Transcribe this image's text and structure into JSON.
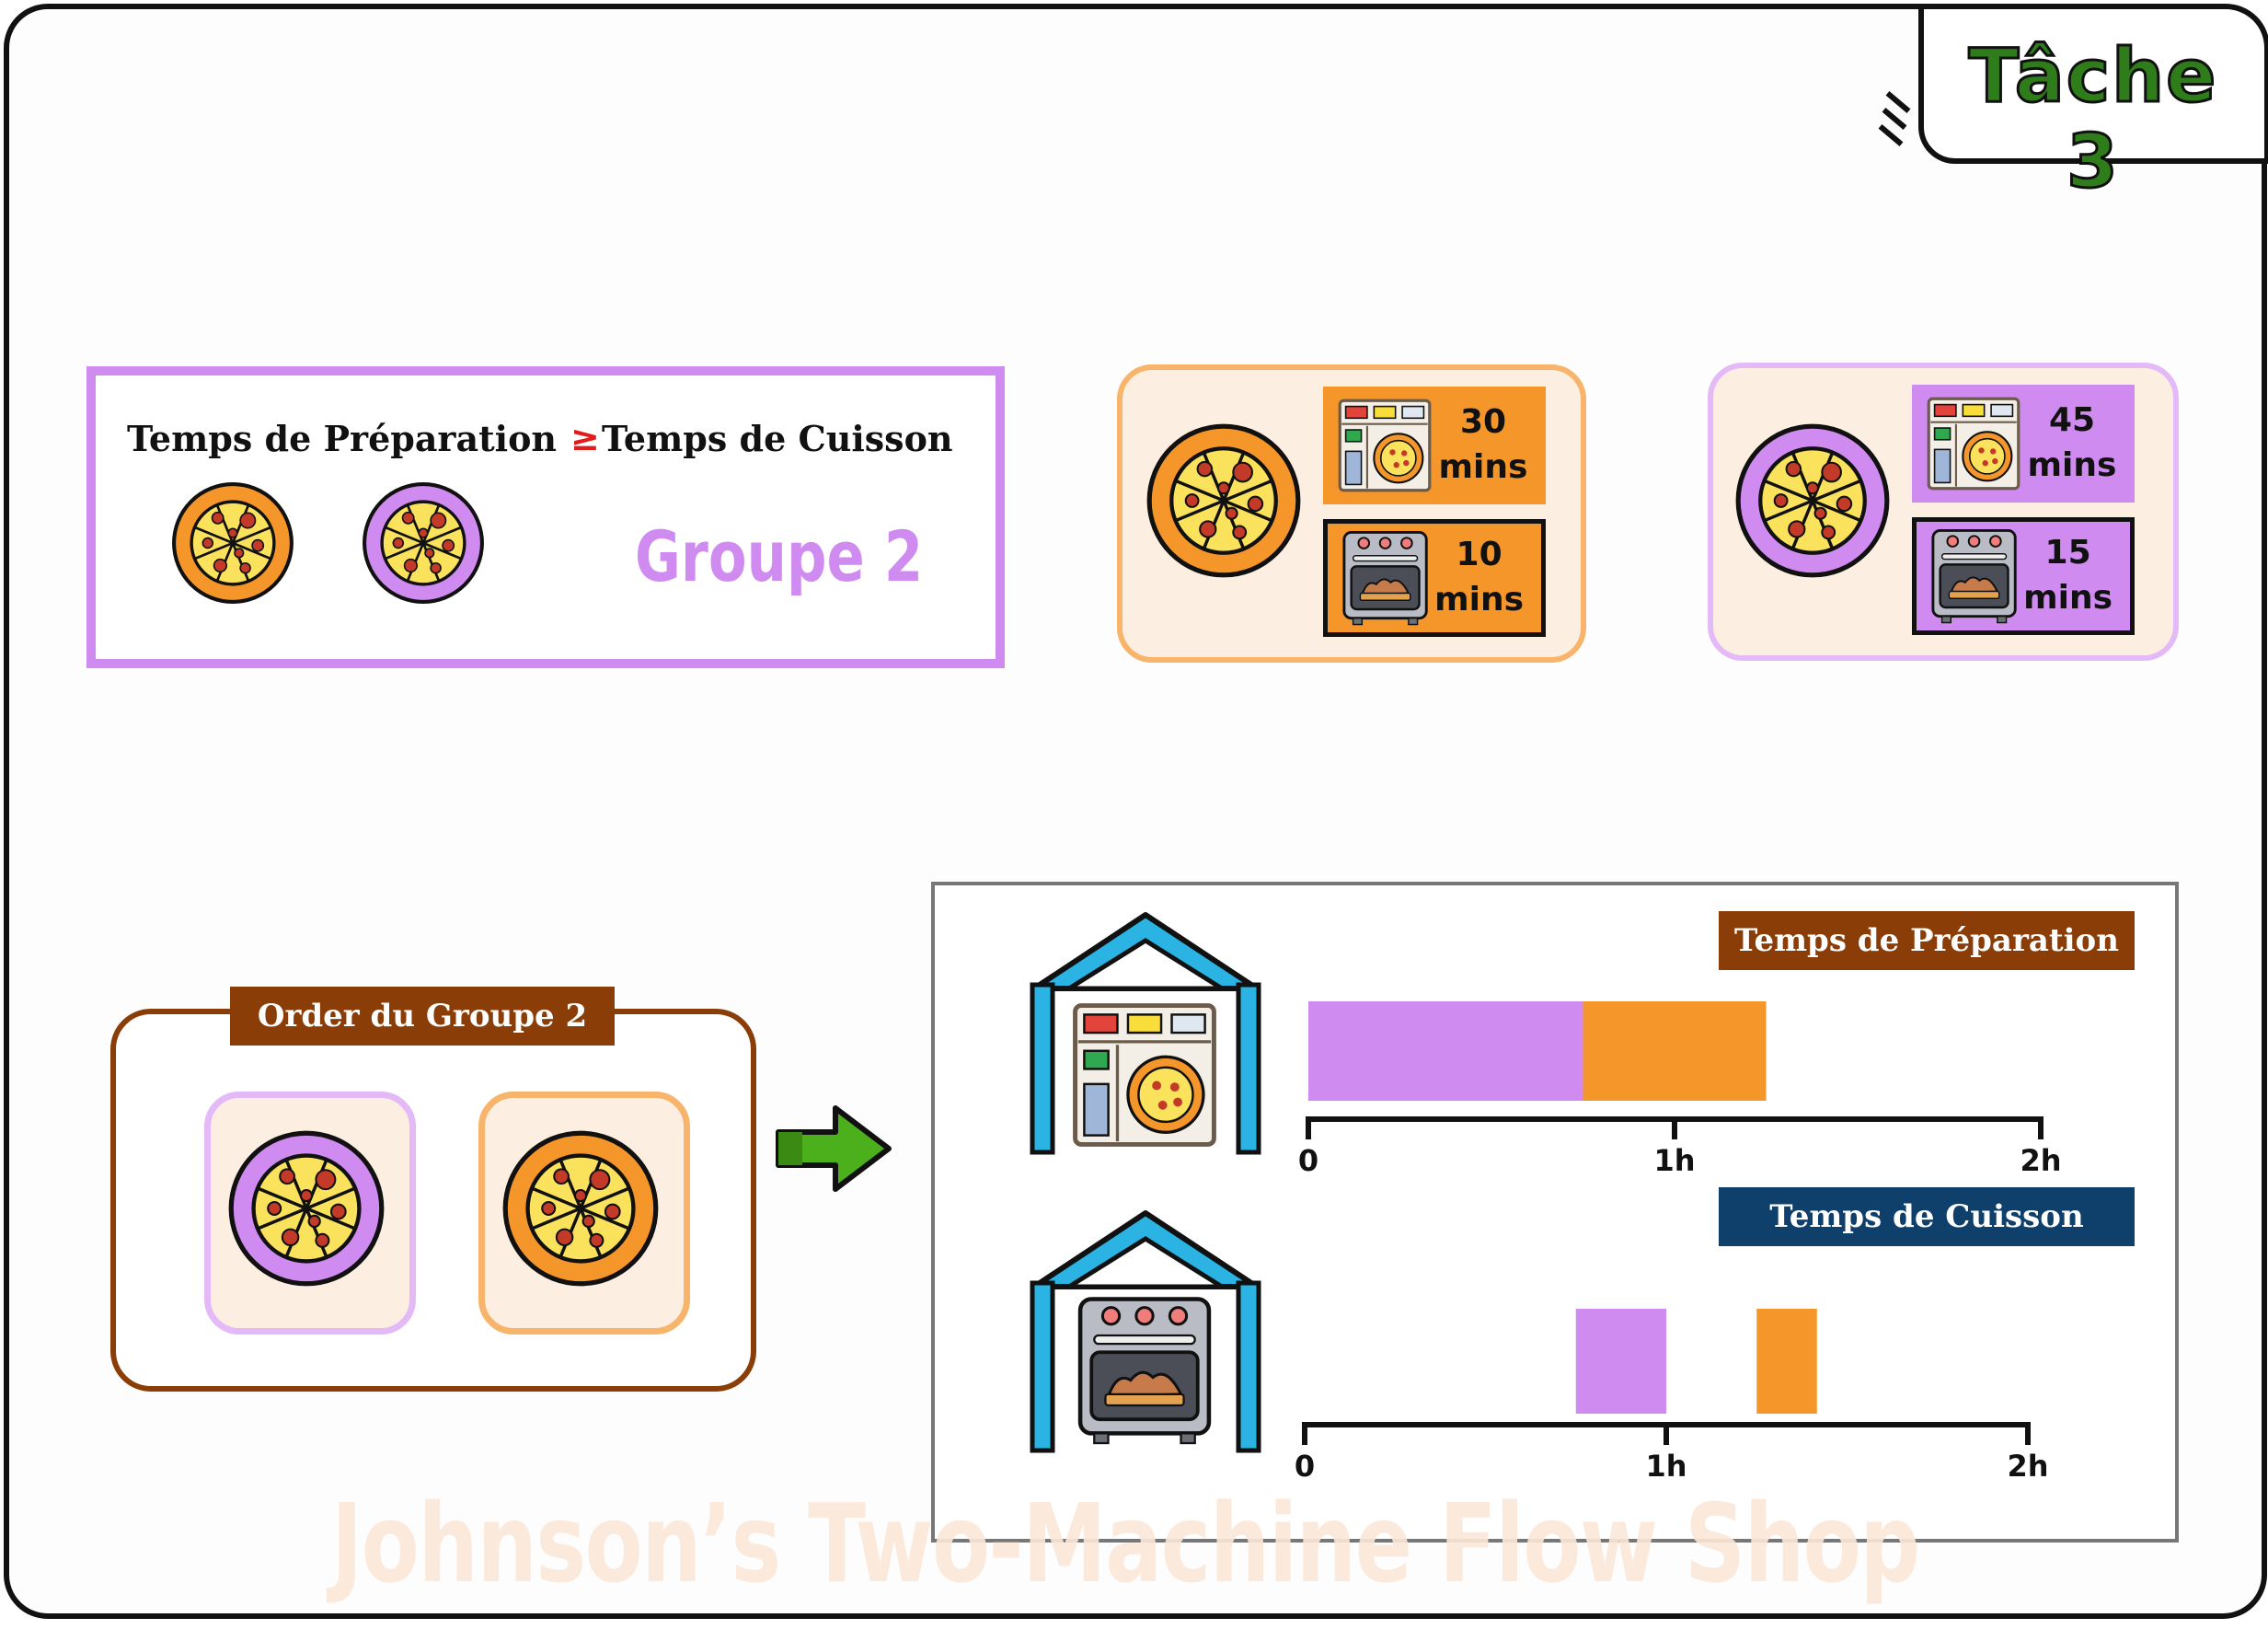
{
  "task_label": "Tâche 3",
  "rule": {
    "left": "Temps de Préparation",
    "operator": "≥",
    "right": "Temps de Cuisson",
    "group_label": "Groupe 2"
  },
  "pizzas": [
    {
      "color": "#f5962a",
      "prep_value": "30",
      "prep_unit": "mins",
      "cook_value": "10",
      "cook_unit": "mins"
    },
    {
      "color": "#cf8bf0",
      "prep_value": "45",
      "prep_unit": "mins",
      "cook_value": "15",
      "cook_unit": "mins"
    }
  ],
  "order": {
    "title": "Order du Groupe 2",
    "sequence": [
      "#cf8bf0",
      "#f5962a"
    ]
  },
  "gantt": {
    "prep_label": "Temps de Préparation",
    "cook_label": "Temps de Cuisson",
    "ticks": [
      "0",
      "1h",
      "2h"
    ],
    "prep_tasks": [
      {
        "color": "#cf8bf0",
        "start_min": 0,
        "end_min": 45
      },
      {
        "color": "#f5962a",
        "start_min": 45,
        "end_min": 75
      }
    ],
    "cook_tasks": [
      {
        "color": "#cf8bf0",
        "start_min": 45,
        "end_min": 60
      },
      {
        "color": "#f5962a",
        "start_min": 75,
        "end_min": 85
      }
    ]
  },
  "watermark": "Johnson’s Two-Machine Flow Shop",
  "colors": {
    "purple": "#cf8bf0",
    "orange": "#f5962a",
    "brown": "#8b3d07",
    "navy": "#0f3f6b",
    "green": "#4caf1c"
  }
}
